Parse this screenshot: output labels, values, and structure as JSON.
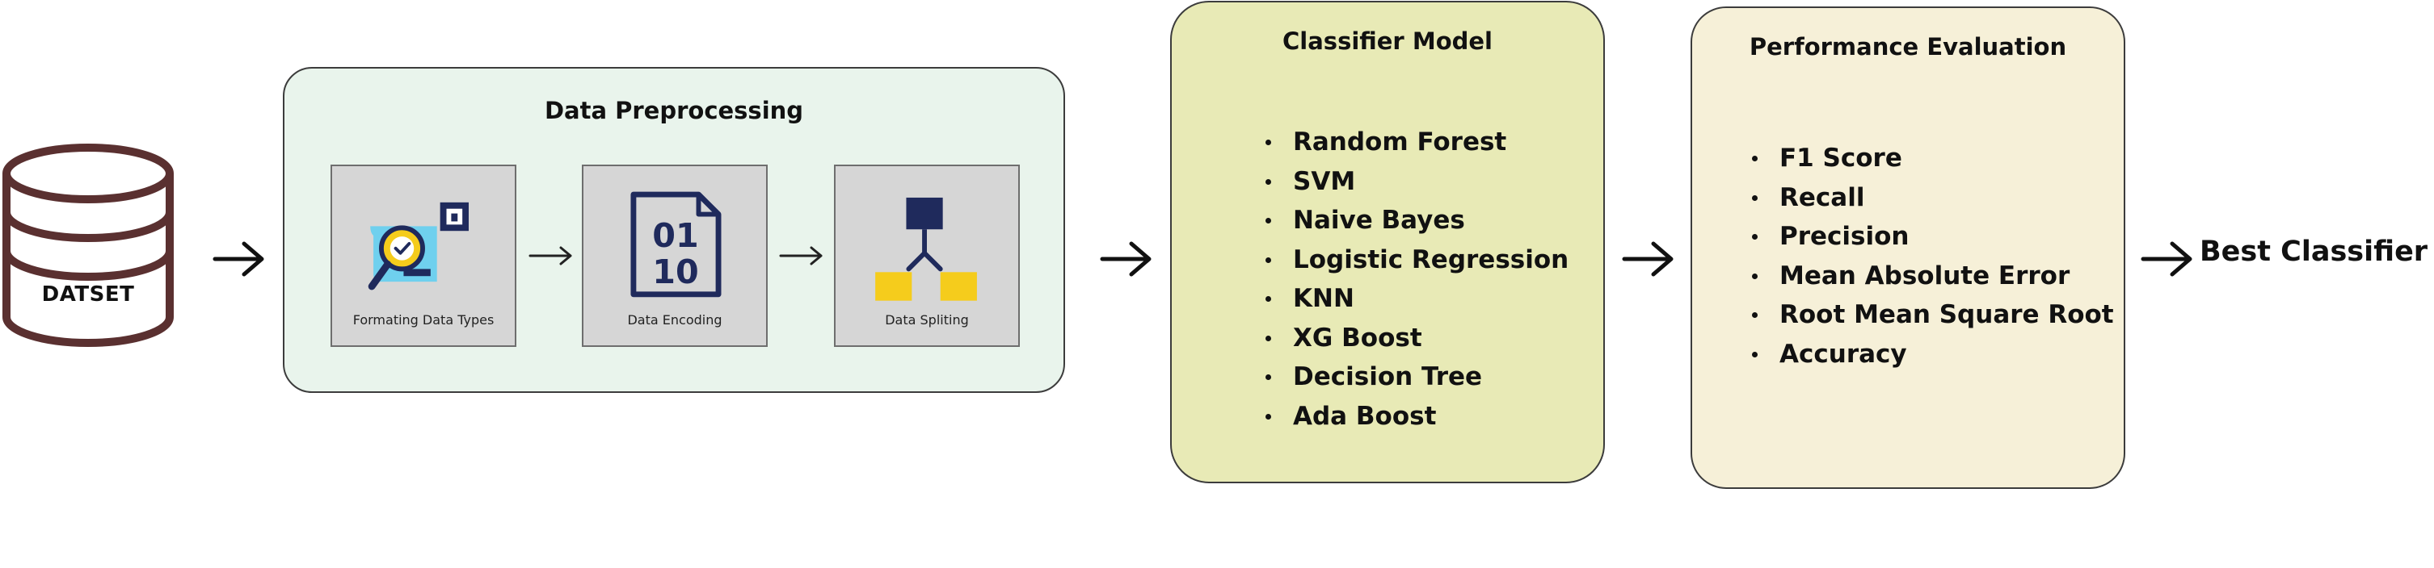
{
  "dataset": {
    "label": "DATSET"
  },
  "preprocessing": {
    "title": "Data Preprocessing",
    "steps": [
      {
        "label": "Formating Data Types",
        "icon": "document-magnifier-icon"
      },
      {
        "label": "Data Encoding",
        "icon": "binary-file-icon"
      },
      {
        "label": "Data Spliting",
        "icon": "split-diagram-icon"
      }
    ]
  },
  "classifier": {
    "title": "Classifier Model",
    "items": [
      "Random Forest",
      "SVM",
      "Naive Bayes",
      "Logistic Regression",
      "KNN",
      "XG Boost",
      "Decision Tree",
      "Ada Boost"
    ]
  },
  "evaluation": {
    "title": "Performance Evaluation",
    "items": [
      "F1 Score",
      "Recall",
      "Precision",
      "Mean Absolute Error",
      "Root Mean Square Root",
      "Accuracy"
    ]
  },
  "result": {
    "label": "Best Classifier"
  },
  "binary_icon": {
    "top_digits": "01",
    "bottom_digits": "10"
  },
  "colors": {
    "database_stroke": "#5a3030",
    "preprocessing_panel": "#e9f4ec",
    "classifier_panel": "#e8eab6",
    "evaluation_panel": "#f6f0d8",
    "icon_navy": "#1f2a5c",
    "icon_yellow": "#f5cc1c",
    "icon_lightblue": "#6fd0ee"
  }
}
